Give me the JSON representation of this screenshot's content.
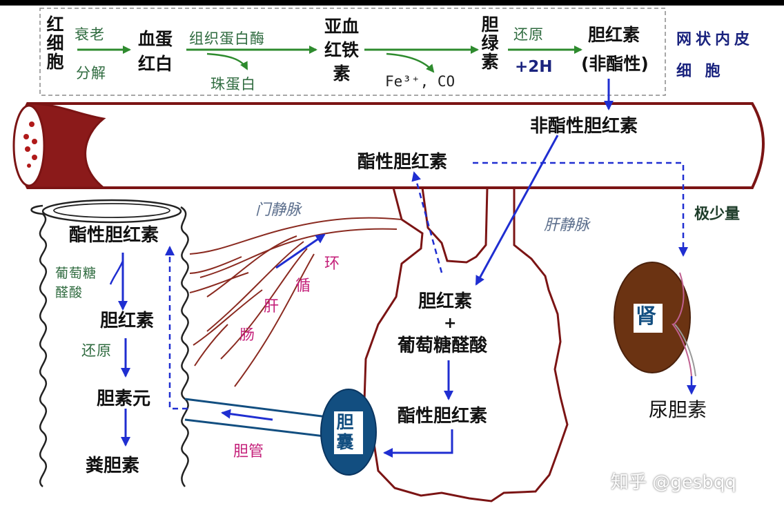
{
  "labels": {
    "rbc": "红细胞",
    "aging": "衰老",
    "decompose": "分解",
    "hemoglobin_1": "血蛋",
    "hemoglobin_2": "红白",
    "tissue_protease": "组织蛋白酶",
    "globin": "珠蛋白",
    "heme": "亚血红铁素",
    "fe_co": "Fe³⁺, CO",
    "biliverdin": "胆绿素",
    "reduction_top": "还原",
    "plus_2h": "+2H",
    "bilirubin_top_1": "胆红素",
    "bilirubin_top_2": "(非酯性)",
    "res_cells_1": "网状内皮",
    "res_cells_2": "细    胞",
    "unconj_bilirubin_blood": "非酯性胆红素",
    "conj_bilirubin_blood": "酯性胆红素",
    "very_small_amount": "极少量",
    "portal_vein": "门静脉",
    "hepatic_vein": "肝静脉",
    "enterohepatic": "肝肠循环",
    "conj_bilirubin_gut": "酯性胆红素",
    "glucuronic_acid_gut": "葡萄糖醛酸",
    "bilirubin_gut": "胆红素",
    "reduction_gut": "还原",
    "urobilinogen": "胆素元",
    "stercobilin": "粪胆素",
    "liver_bilirubin": "胆红素",
    "liver_plus": "+",
    "liver_glucuronic": "葡萄糖醛酸",
    "liver_conj": "酯性胆红素",
    "gallbladder": "胆囊",
    "bile_duct": "胆管",
    "kidney": "肾",
    "urobilin": "尿胆素",
    "watermark": "知乎 @gesbqq"
  },
  "colors": {
    "green_arrow": "#2e8b2e",
    "blue_arrow": "#1f2ed1",
    "vessel": "#7b1414",
    "gallbladder": "#124e80",
    "kidney": "#6b3312"
  },
  "icons": {
    "rbc": "red-blood-cells-icon",
    "kidney": "kidney-shape",
    "gallbladder": "gallbladder-shape"
  }
}
